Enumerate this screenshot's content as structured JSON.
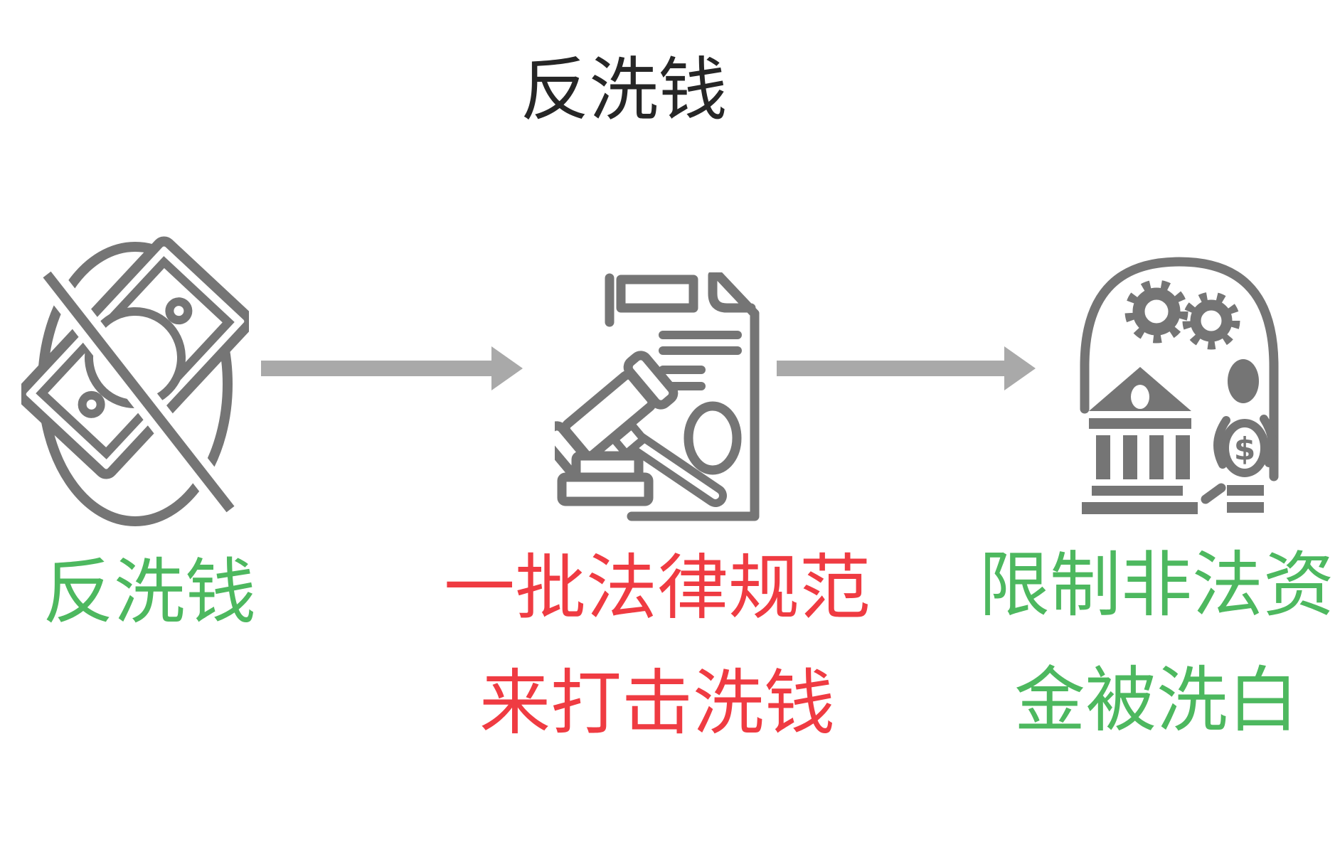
{
  "title": "反洗钱",
  "colors": {
    "title": "#262626",
    "icon_gray": "#757575",
    "arrow_gray": "#a9a9a9",
    "green": "#4db85f",
    "red": "#ef3b42"
  },
  "steps": [
    {
      "icon": "money-laundering-prohibited-icon",
      "label": {
        "lines": [
          "反洗钱"
        ],
        "color": "green"
      }
    },
    {
      "icon": "gavel-law-document-icon",
      "label": {
        "lines": [
          "一批法律规范",
          "来打击洗钱"
        ],
        "color": "red"
      }
    },
    {
      "icon": "bank-regulation-icon",
      "label": {
        "lines": [
          "限制非法资",
          "金被洗白"
        ],
        "color": "green"
      }
    }
  ],
  "arrows": [
    {
      "name": "flow-arrow-1",
      "direction": "right"
    },
    {
      "name": "flow-arrow-2",
      "direction": "right"
    }
  ]
}
